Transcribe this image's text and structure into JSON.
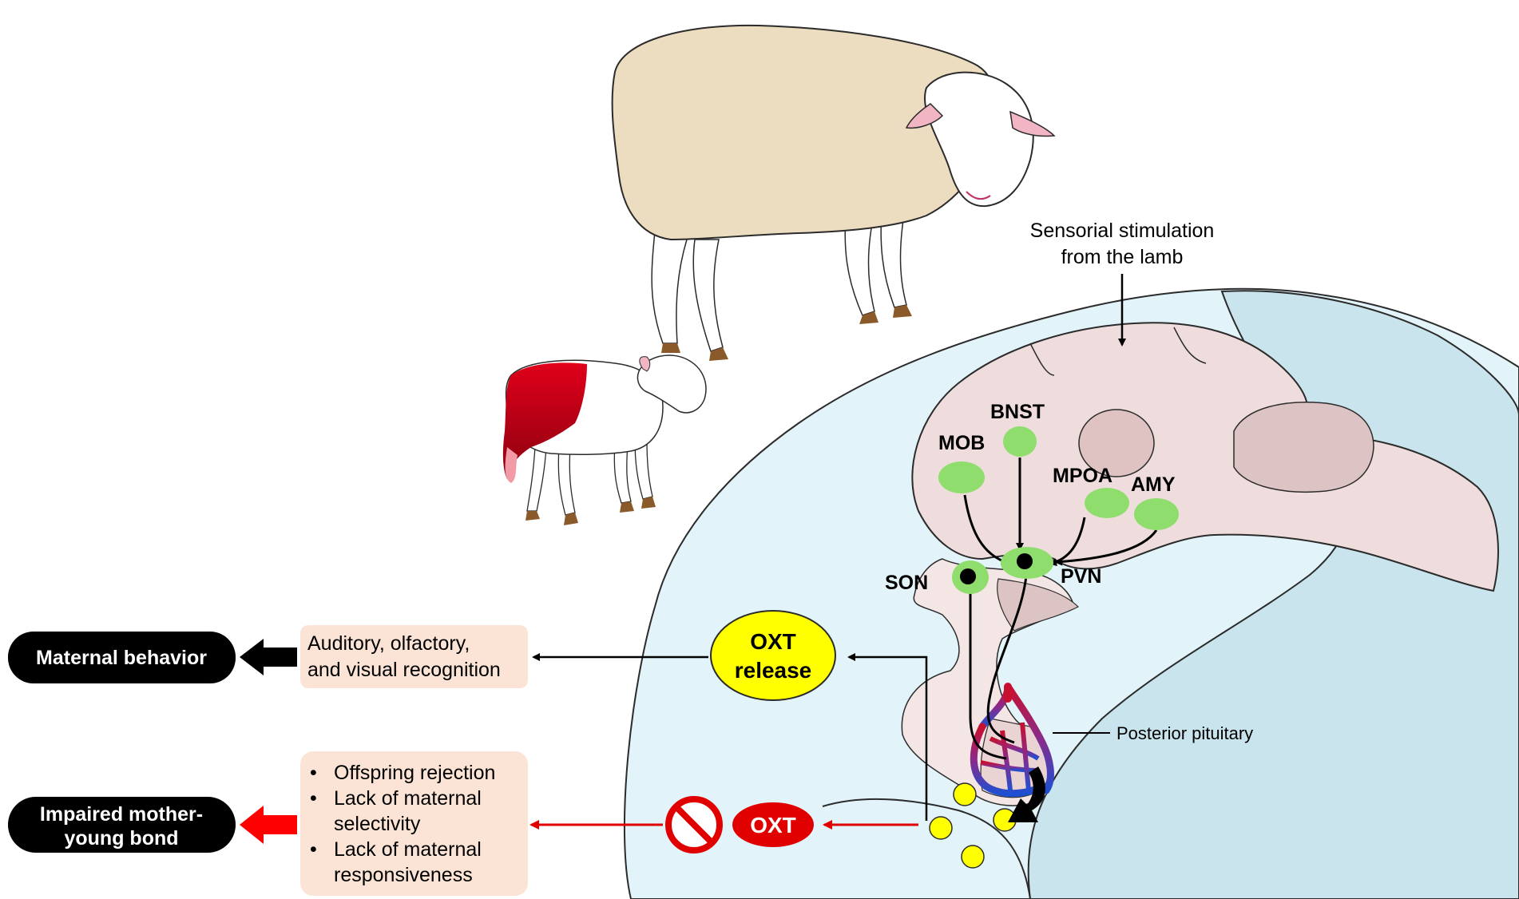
{
  "sensory": {
    "line1": "Sensorial stimulation",
    "line2": "from the lamb"
  },
  "regions": {
    "mob": "MOB",
    "bnst": "BNST",
    "mpoa": "MPOA",
    "amy": "AMY",
    "son": "SON",
    "pvn": "PVN"
  },
  "pituitary_label": "Posterior pituitary",
  "oxt_release": {
    "line1": "OXT",
    "line2": "release"
  },
  "oxt_blocked": "OXT",
  "recognition": {
    "line1": "Auditory, olfactory,",
    "line2": "and visual recognition"
  },
  "deficits": {
    "bullet": "•",
    "items": [
      "Offspring rejection",
      "Lack of maternal",
      "selectivity",
      "Lack of maternal",
      "responsiveness"
    ]
  },
  "maternal_behavior": "Maternal behavior",
  "impaired_bond": {
    "line1": "Impaired mother-",
    "line2": "young bond"
  },
  "colors": {
    "brain_bg": "#e2f3f9",
    "skull": "#c9e4ec",
    "brain": "#efdcdc",
    "region": "#8fdd6d",
    "oxt_release": "#ffff00",
    "oxt_blocked": "#ff0000",
    "box": "#fbe4d5",
    "sheep_wool": "#ecdcc0"
  }
}
